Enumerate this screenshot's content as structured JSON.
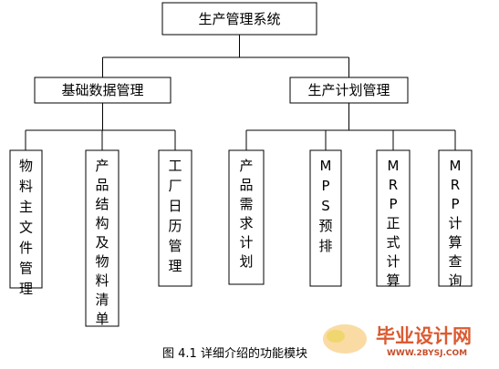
{
  "root": {
    "label": "生产管理系统"
  },
  "groups": [
    {
      "label": "基础数据管理",
      "children": [
        "物料主文件管理",
        "产品结构及物料清单",
        "工厂日历管理"
      ]
    },
    {
      "label": "生产计划管理",
      "children": [
        "产品需求计划",
        "MPS预排",
        "MRP正式计算",
        "MRP计算查询"
      ]
    }
  ],
  "caption": "图 4.1  详细介绍的功能模块",
  "watermark": {
    "brand": "毕业设计网",
    "url": "WWW.2BYSJ.COM"
  },
  "colors": {
    "line": "#000000",
    "watermark": "#d9491a"
  }
}
